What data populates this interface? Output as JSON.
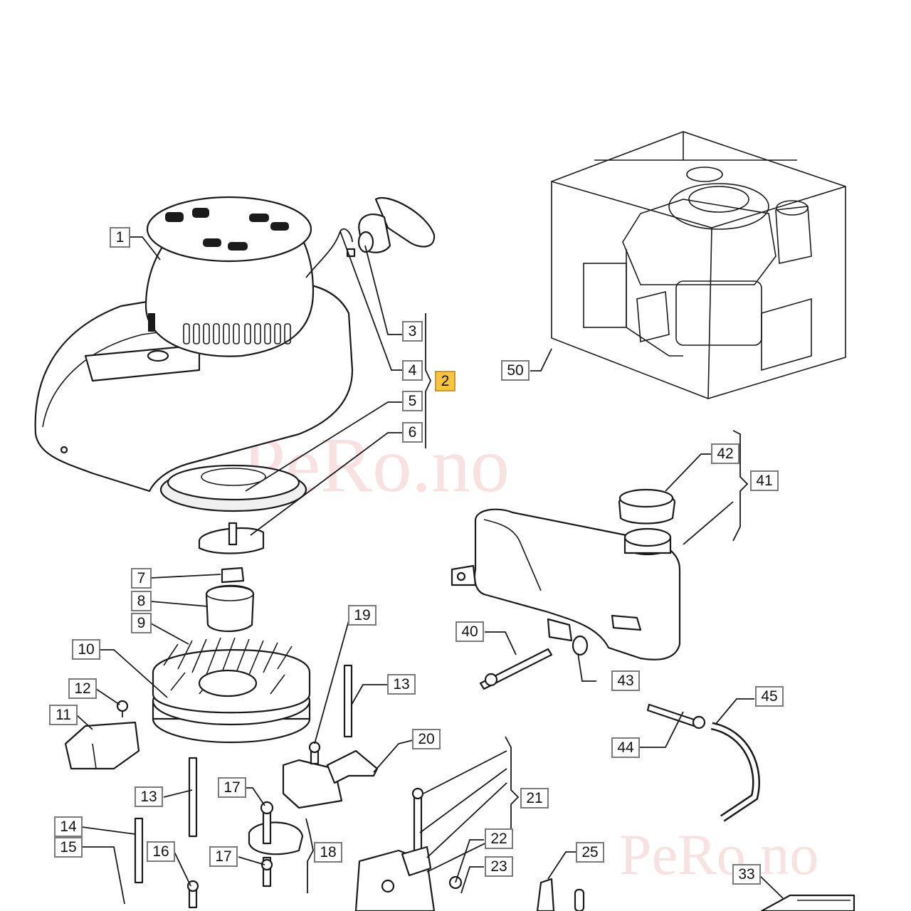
{
  "watermarks": [
    "PeRo.no",
    "PeRo.no"
  ],
  "callouts": [
    {
      "id": "c1",
      "label": "1"
    },
    {
      "id": "c2",
      "label": "2",
      "highlight": true
    },
    {
      "id": "c3",
      "label": "3"
    },
    {
      "id": "c4",
      "label": "4"
    },
    {
      "id": "c5",
      "label": "5"
    },
    {
      "id": "c6",
      "label": "6"
    },
    {
      "id": "c7",
      "label": "7"
    },
    {
      "id": "c8",
      "label": "8"
    },
    {
      "id": "c9",
      "label": "9"
    },
    {
      "id": "c10",
      "label": "10"
    },
    {
      "id": "c11",
      "label": "11"
    },
    {
      "id": "c12",
      "label": "12"
    },
    {
      "id": "c13a",
      "label": "13"
    },
    {
      "id": "c13b",
      "label": "13"
    },
    {
      "id": "c14",
      "label": "14"
    },
    {
      "id": "c15",
      "label": "15"
    },
    {
      "id": "c16",
      "label": "16"
    },
    {
      "id": "c17a",
      "label": "17"
    },
    {
      "id": "c17b",
      "label": "17"
    },
    {
      "id": "c18",
      "label": "18"
    },
    {
      "id": "c19",
      "label": "19"
    },
    {
      "id": "c20",
      "label": "20"
    },
    {
      "id": "c21",
      "label": "21"
    },
    {
      "id": "c22",
      "label": "22"
    },
    {
      "id": "c23",
      "label": "23"
    },
    {
      "id": "c25",
      "label": "25"
    },
    {
      "id": "c33",
      "label": "33"
    },
    {
      "id": "c40",
      "label": "40"
    },
    {
      "id": "c41",
      "label": "41"
    },
    {
      "id": "c42",
      "label": "42"
    },
    {
      "id": "c43",
      "label": "43"
    },
    {
      "id": "c44",
      "label": "44"
    },
    {
      "id": "c45",
      "label": "45"
    },
    {
      "id": "c50",
      "label": "50"
    }
  ]
}
